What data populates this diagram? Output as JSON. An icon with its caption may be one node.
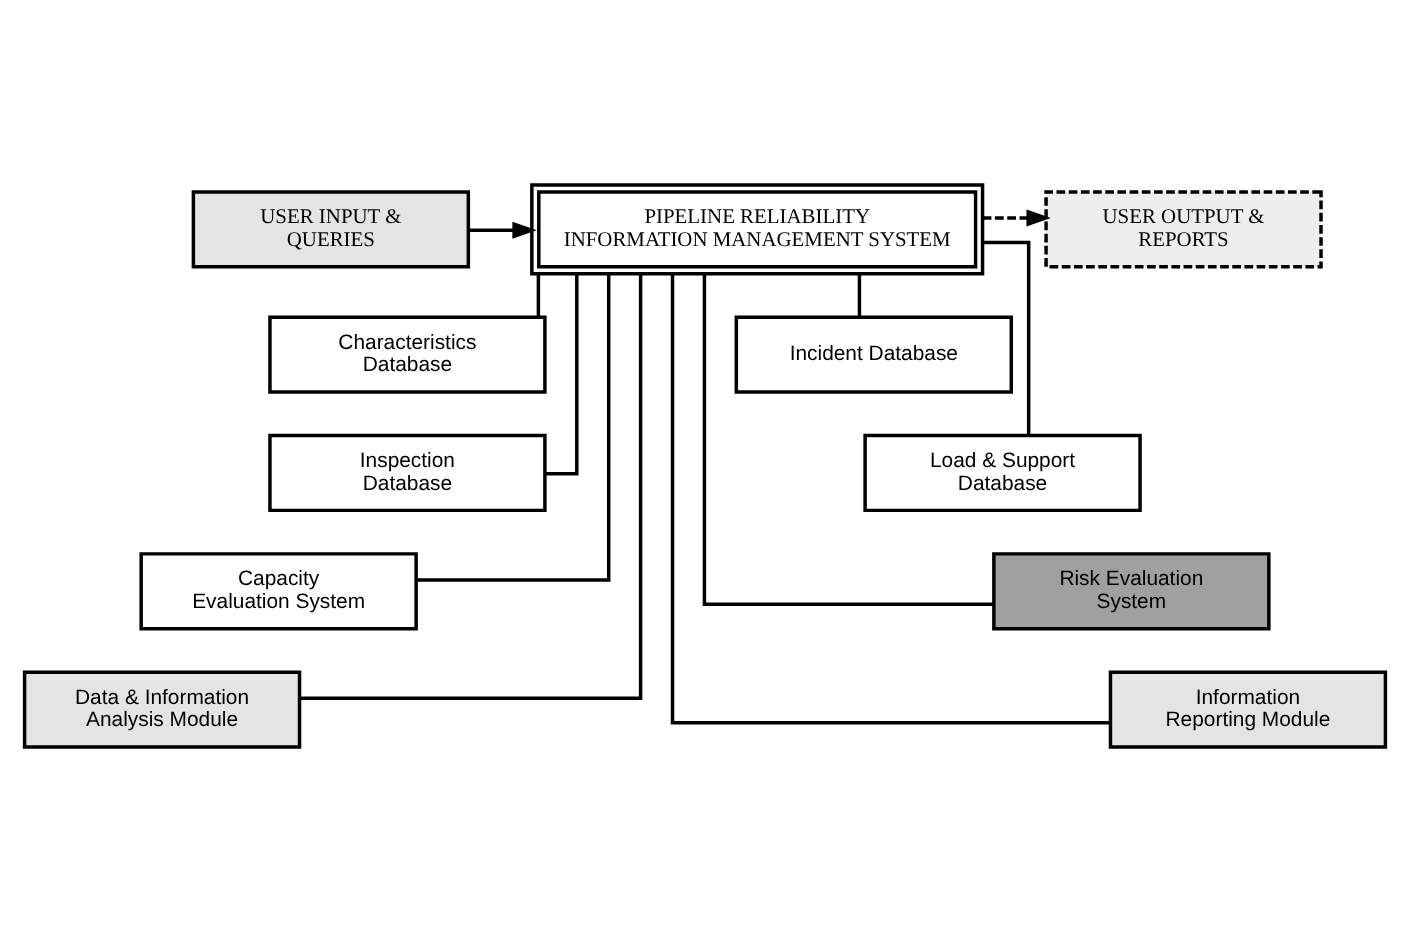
{
  "diagram": {
    "nodes": [
      {
        "text": [
          "USER INPUT & QUERIES"
        ]
      },
      {
        "text": [
          "PIPELINE RELIABILITY INFORMATION MANAGEMENT SYSTEM"
        ]
      },
      {
        "text": [
          "USER OUTPUT & REPORTS"
        ]
      },
      {
        "text": [
          "Characteristics Database"
        ]
      },
      {
        "text": [
          "Incident Database"
        ]
      },
      {
        "text": [
          "Inspection Database"
        ]
      },
      {
        "text": [
          "Load & Support Database"
        ]
      },
      {
        "text": [
          "Capacity Evaluation System"
        ]
      },
      {
        "text": [
          "Risk Evaluation System"
        ]
      },
      {
        "text": [
          "Data & Information Analysis Module"
        ]
      },
      {
        "text": [
          "Information Reporting Module"
        ]
      }
    ],
    "edges": [
      {
        "from": 0,
        "to": 1,
        "arrow": "to"
      },
      {
        "from": 1,
        "to": 2,
        "arrow": "to",
        "style": "dashed"
      },
      {
        "from": 1,
        "to": 3,
        "arrow": "none"
      },
      {
        "from": 1,
        "to": 4,
        "arrow": "none"
      },
      {
        "from": 1,
        "to": 5,
        "arrow": "none"
      },
      {
        "from": 1,
        "to": 6,
        "arrow": "none"
      },
      {
        "from": 1,
        "to": 7,
        "arrow": "none"
      },
      {
        "from": 1,
        "to": 8,
        "arrow": "none"
      },
      {
        "from": 1,
        "to": 9,
        "arrow": "none"
      },
      {
        "from": 1,
        "to": 10,
        "arrow": "none"
      }
    ]
  }
}
